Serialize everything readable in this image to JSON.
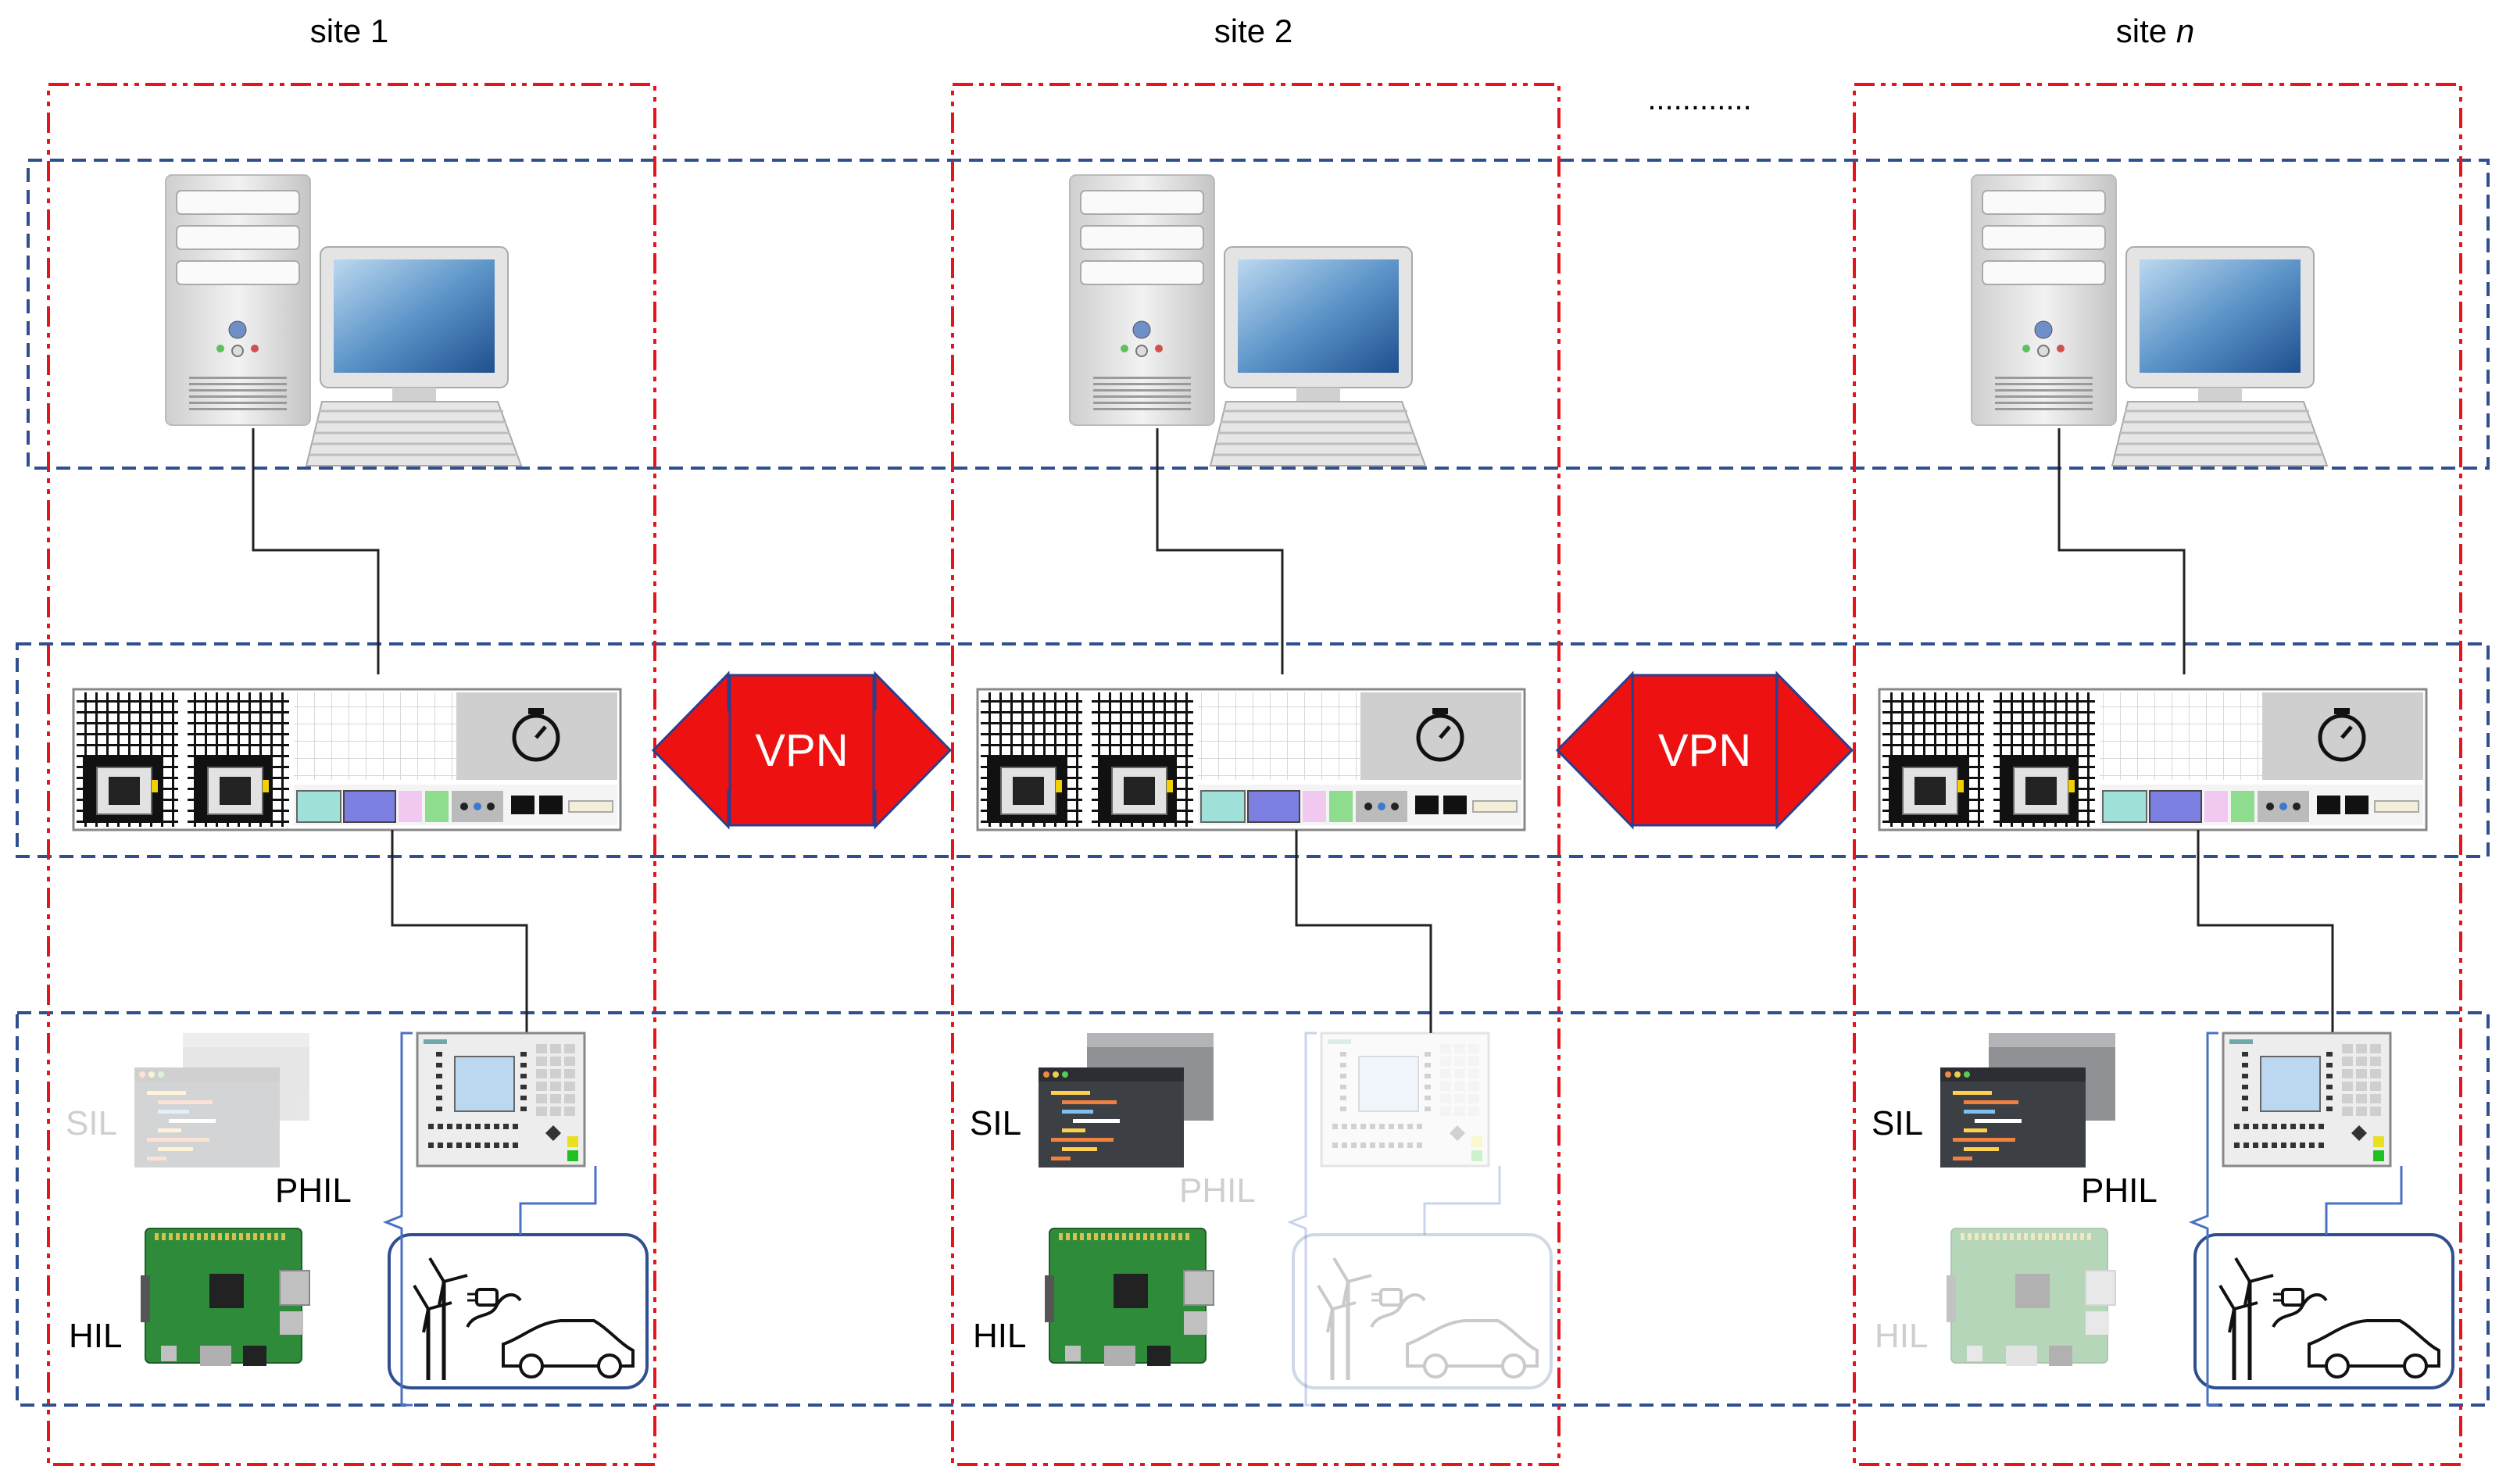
{
  "sites": [
    {
      "label": "site 1",
      "label_italic": "",
      "sil_label": "SIL",
      "hil_label": "HIL",
      "phil_label": "PHIL",
      "sil_active": false,
      "hil_active": true,
      "phil_active": true
    },
    {
      "label": "site 2",
      "label_italic": "",
      "sil_label": "SIL",
      "hil_label": "HIL",
      "phil_label": "PHIL",
      "sil_active": true,
      "hil_active": true,
      "phil_active": false
    },
    {
      "label": "site ",
      "label_italic": "n",
      "sil_label": "SIL",
      "hil_label": "HIL",
      "phil_label": "PHIL",
      "sil_active": true,
      "hil_active": false,
      "phil_active": true
    }
  ],
  "vpn_links": [
    {
      "label": "VPN"
    },
    {
      "label": "VPN"
    }
  ],
  "ellipsis": "............",
  "colors": {
    "site_border": "#e8141c",
    "layer_border": "#2f4f8f",
    "vpn_fill": "#ee1111",
    "vpn_border": "#2a3f8f",
    "vpn_text": "#ffffff",
    "inactive_text": "#cfcfcf",
    "active_text": "#000000",
    "connector": "#222222",
    "bracket": "#4a72c4"
  }
}
